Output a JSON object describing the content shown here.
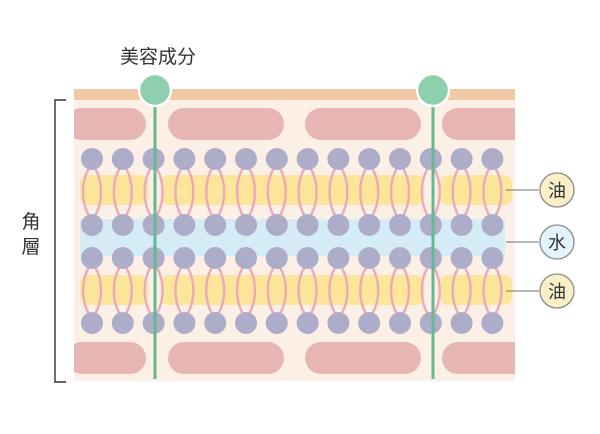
{
  "labels": {
    "ingredient": "美容成分",
    "stratum_line1": "角",
    "stratum_line2": "層",
    "oil_top": "油",
    "water": "水",
    "oil_bottom": "油"
  },
  "colors": {
    "background": "#ffffff",
    "skin_base": "#fbefe6",
    "skin_top_band": "#f2c9a6",
    "cell": "#e7b6b3",
    "lipid_head": "#aeadc9",
    "lipid_tail": "#eca9bb",
    "oil_layer": "#fde69a",
    "water_layer": "#d5ecf7",
    "ingredient_head": "#8ecfae",
    "ingredient_stem": "#66b98f",
    "callout_fill": "#fbefc8",
    "callout_water_fill": "#e3f3fb",
    "callout_stroke": "#8b8b8b",
    "bracket": "#333333"
  }
}
